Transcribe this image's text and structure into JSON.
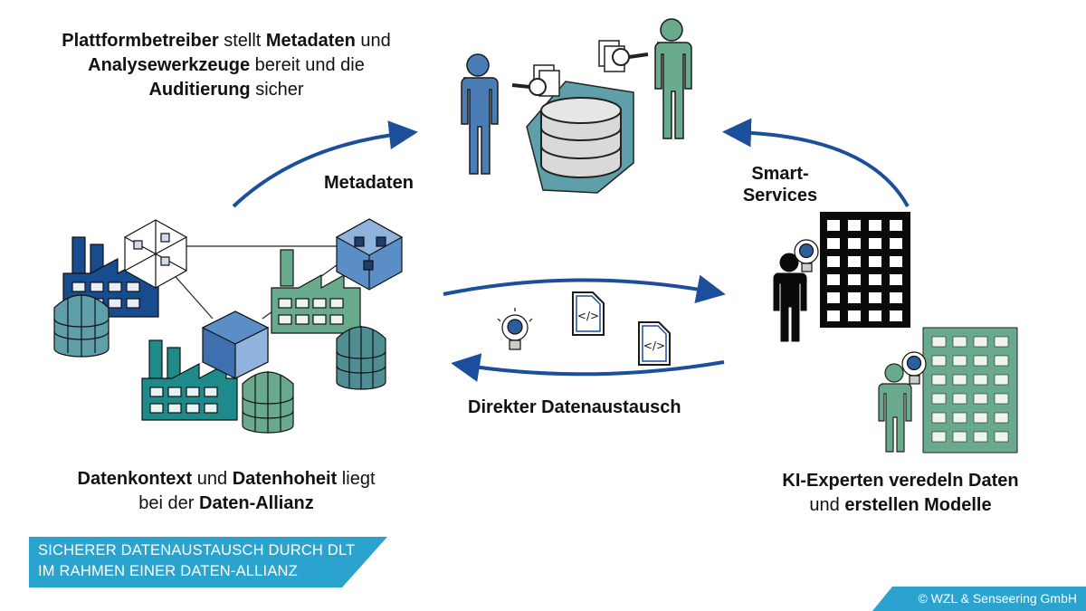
{
  "top_left_text": {
    "line1": {
      "b1": "Plattformbetreiber",
      "t1": " stellt ",
      "b2": "Metadaten",
      "t2": " und"
    },
    "line2": {
      "b1": "Analysewerkzeuge",
      "t1": " bereit und die"
    },
    "line3": {
      "b1": "Auditierung",
      "t1": " sicher"
    }
  },
  "labels": {
    "metadaten": "Metadaten",
    "smart_line1": "Smart-",
    "smart_line2": "Services",
    "direkter": "Direkter Datenaustausch"
  },
  "bottom_left_text": {
    "line1": {
      "b1": "Datenkontext",
      "t1": " und ",
      "b2": "Datenhoheit",
      "t2": " liegt"
    },
    "line2": {
      "t1": "bei der ",
      "b1": "Daten-Allianz"
    }
  },
  "bottom_right_text": {
    "line1": {
      "b1": "KI-Experten veredeln Daten"
    },
    "line2": {
      "t1": "und ",
      "b1": "erstellen Modelle"
    }
  },
  "banner": {
    "line1": "SICHERER DATENAUSTAUSCH DURCH DLT",
    "line2": "IM RAHMEN EINER DATEN-ALLIANZ"
  },
  "credit": "© WZL & Senseering GmbH",
  "icons": [
    "database-icon",
    "person-icon",
    "magnifier-document-icon",
    "factory-icon",
    "storage-tank-icon",
    "cube-node-icon",
    "office-building-icon",
    "lightbulb-brain-icon",
    "code-document-icon",
    "curved-arrow-icon"
  ],
  "colors": {
    "arrow": "#1b4f9c",
    "blue_person": "#4a7db5",
    "green_person": "#6aaa8c",
    "teal_db": "#5e9faa",
    "factory_navy": "#174c8e",
    "factory_green": "#6aaa8c",
    "factory_teal": "#1e8a8a",
    "banner": "#2aa4cf",
    "credit": "#2aa4cf"
  }
}
